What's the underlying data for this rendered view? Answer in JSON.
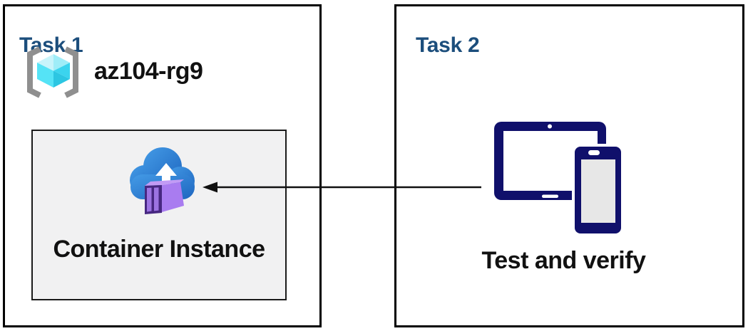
{
  "task1": {
    "title": "Task 1",
    "resource_group_name": "az104-rg9",
    "container_instance_label": "Container Instance"
  },
  "task2": {
    "title": "Task 2",
    "devices_label": "Test and verify"
  },
  "icons": {
    "resource_group": "resource-group-icon",
    "container_instances": "container-instances-upload-icon",
    "devices": "tablet-phone-devices-icon",
    "connector": "left-arrow-connector"
  },
  "colors": {
    "title_blue": "#1C4E7C",
    "box_border": "#000000",
    "container_box_fill": "#F1F1F2",
    "container_box_border": "#1A1A1A",
    "device_navy": "#10106B",
    "cloud_blue_start": "#449BE6",
    "cloud_blue_end": "#1E66C0",
    "container_purple_side": "#A97CF0",
    "container_purple_dark": "#472781",
    "container_purple_top": "#C29BF5",
    "cube_cyan_light": "#C8F4FB",
    "cube_cyan": "#55E3F6",
    "cube_cyan_dark": "#2CC6E2",
    "bracket_gray": "#8F8F8F",
    "arrow_black": "#111111",
    "phone_screen_gray": "#E7E7E7"
  }
}
